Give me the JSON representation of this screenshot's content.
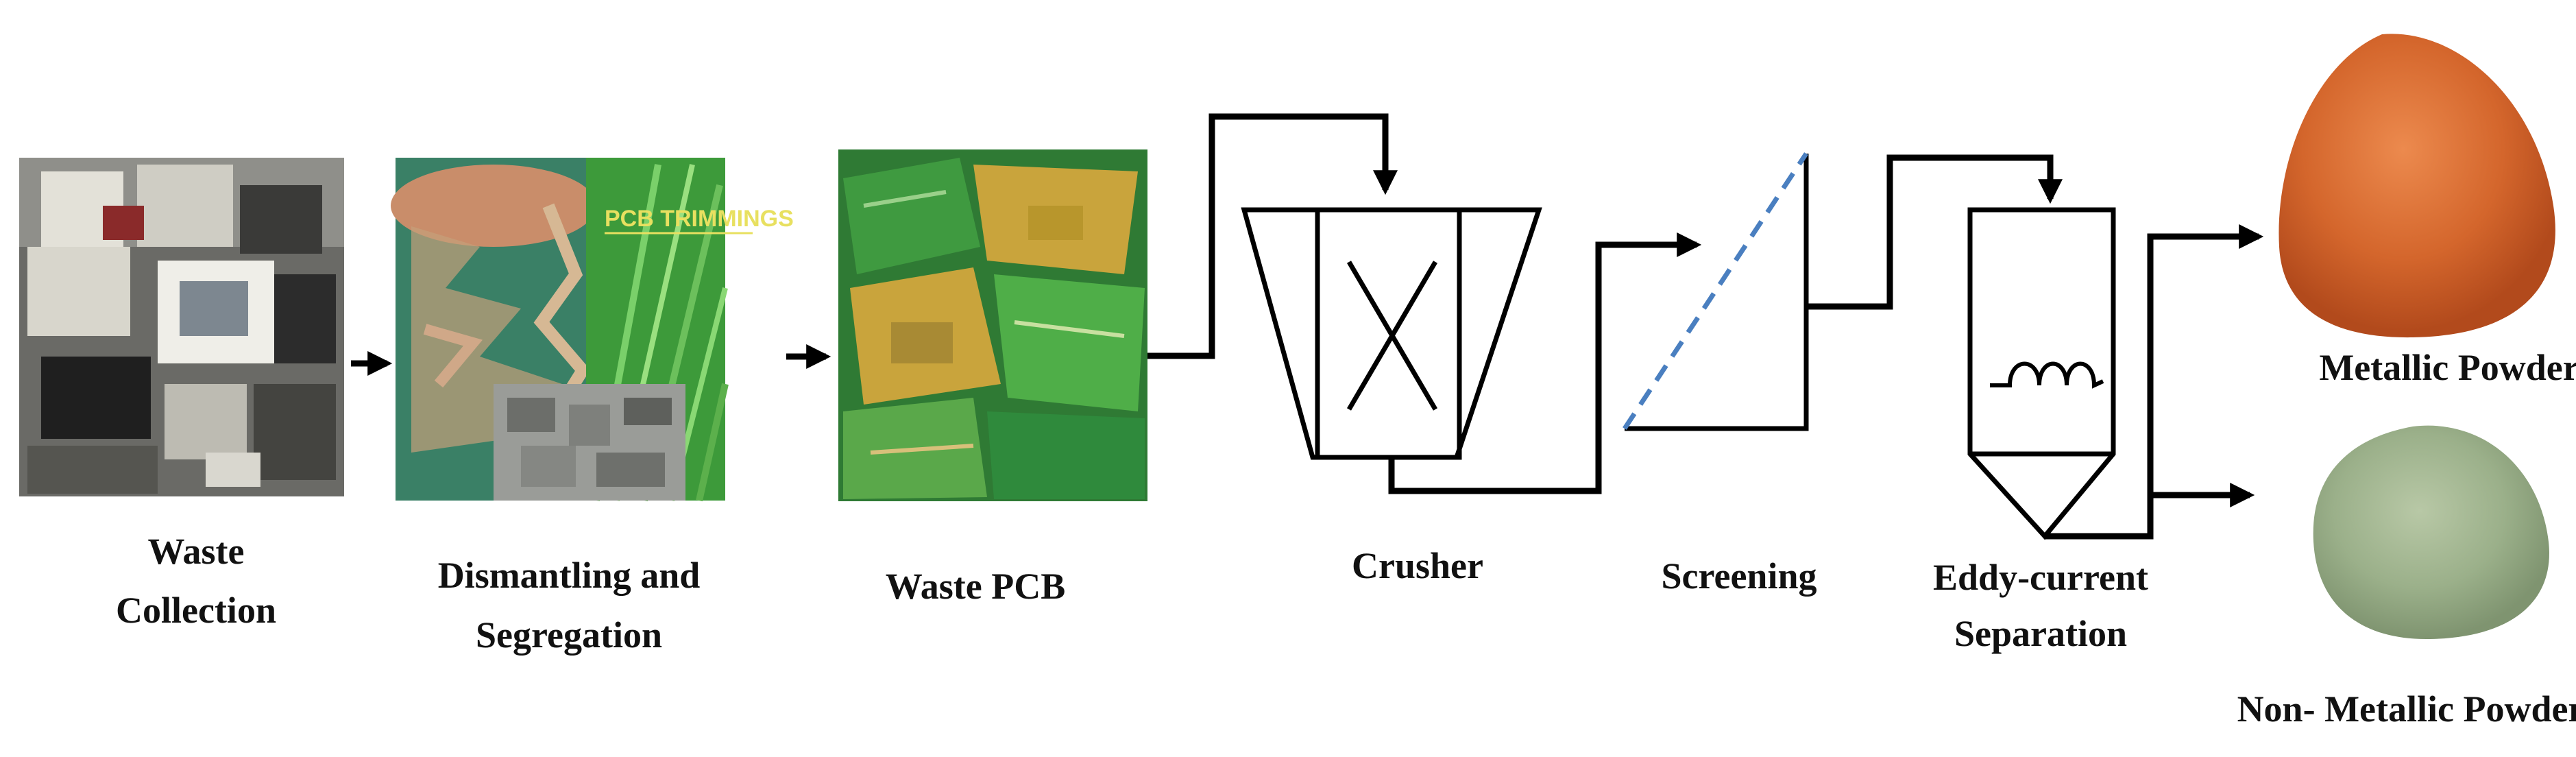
{
  "steps": {
    "waste_collection": {
      "line1": "Waste",
      "line2": "Collection"
    },
    "dismantling": {
      "line1": "Dismantling and",
      "line2": "Segregation",
      "photo_caption": "PCB TRIMMINGS"
    },
    "waste_pcb": {
      "label": "Waste PCB"
    },
    "crusher": {
      "label": "Crusher"
    },
    "screening": {
      "label": "Screening"
    },
    "eddy": {
      "line1": "Eddy-current",
      "line2": "Separation"
    }
  },
  "outputs": {
    "metallic": {
      "label": "Metallic Powder"
    },
    "non_metallic": {
      "label": "Non- Metallic Powder"
    }
  },
  "colors": {
    "line": "#000000",
    "screen_dash": "#4a7fc0",
    "metallic_powder": "#d4662c",
    "non_metallic_powder": "#9bb08a",
    "pcb_green": "#2f8a3c",
    "pcb_gold": "#c9a43c",
    "photo_caption": "#e8e060"
  }
}
